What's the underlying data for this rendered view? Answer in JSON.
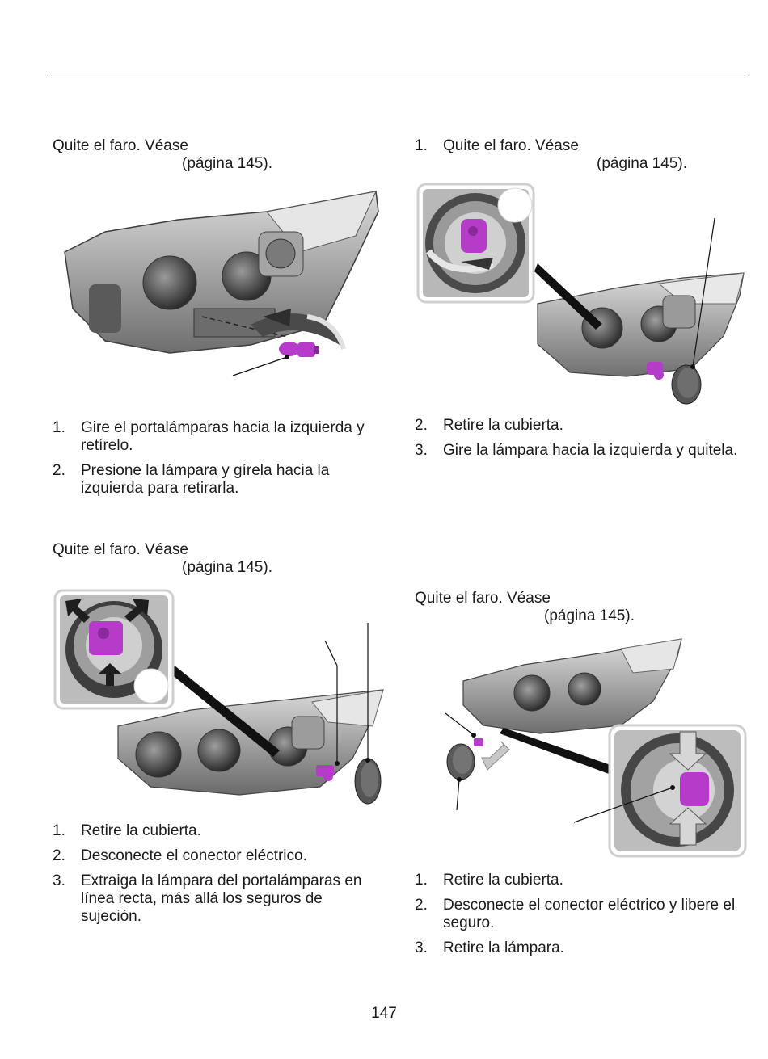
{
  "page_number": "147",
  "sections": {
    "top_left": {
      "intro_line1": "Quite el faro.  Véase",
      "intro_line2": "(página 145).",
      "steps": [
        {
          "num": "1.",
          "text": "Gire el portalámparas hacia la izquierda y retírelo."
        },
        {
          "num": "2.",
          "text": "Presione la lámpara y gírela hacia la izquierda para retirarla."
        }
      ]
    },
    "top_right": {
      "intro_num": "1.",
      "intro_line1": "Quite el faro.  Véase",
      "intro_line2": "(página 145).",
      "steps": [
        {
          "num": "2.",
          "text": "Retire la cubierta."
        },
        {
          "num": "3.",
          "text": "Gire la lámpara hacia la izquierda y quitela."
        }
      ]
    },
    "bottom_left": {
      "intro_line1": "Quite el faro.  Véase",
      "intro_line2": "(página 145).",
      "steps": [
        {
          "num": "1.",
          "text": "Retire la cubierta."
        },
        {
          "num": "2.",
          "text": "Desconecte el conector eléctrico."
        },
        {
          "num": "3.",
          "text": "Extraiga la lámpara del portalámparas en línea recta, más allá los seguros de sujeción."
        }
      ]
    },
    "bottom_right": {
      "intro_line1": "Quite el faro.  Véase",
      "intro_line2": "(página 145).",
      "steps": [
        {
          "num": "1.",
          "text": "Retire la cubierta."
        },
        {
          "num": "2.",
          "text": "Desconecte el conector eléctrico y libere el seguro."
        },
        {
          "num": "3.",
          "text": "Retire la lámpara."
        }
      ]
    }
  },
  "colors": {
    "bulb": "#b43cc8",
    "housing": "#8a8a8a",
    "housing_dark": "#4a4a4a",
    "arrow": "#3a3a3a"
  }
}
